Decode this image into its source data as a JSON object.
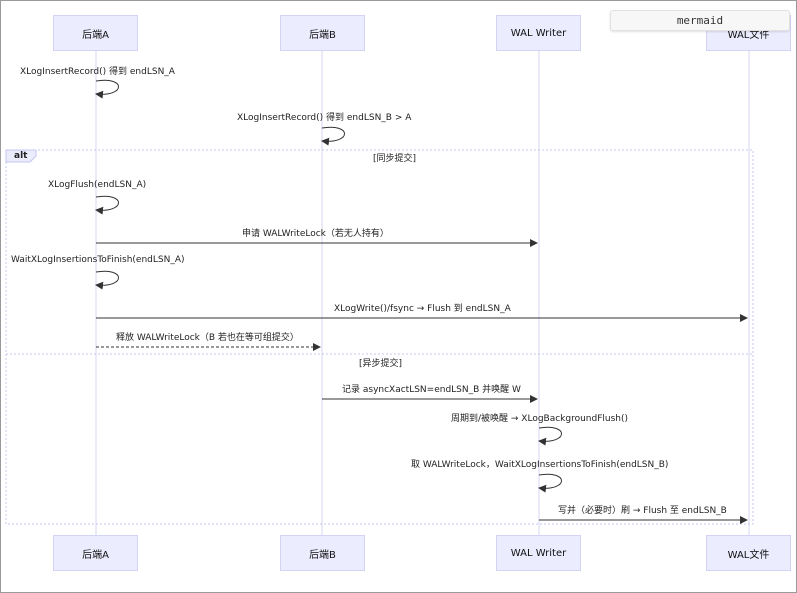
{
  "badge": "mermaid",
  "participants": [
    "后端A",
    "后端B",
    "WAL Writer",
    "WAL文件"
  ],
  "alt": {
    "keyword": "alt",
    "sync_label": "[同步提交]",
    "async_label": "[异步提交]"
  },
  "messages": [
    "XLogInsertRecord() 得到 endLSN_A",
    "XLogInsertRecord() 得到 endLSN_B > A",
    "XLogFlush(endLSN_A)",
    "申请 WALWriteLock（若无人持有）",
    "WaitXLogInsertionsToFinish(endLSN_A)",
    "XLogWrite()/fsync → Flush 到 endLSN_A",
    "释放 WALWriteLock（B 若也在等可组提交）",
    "记录 asyncXactLSN=endLSN_B 并唤醒 W",
    "周期到/被唤醒 → XLogBackgroundFlush()",
    "取 WALWriteLock，WaitXLogInsertionsToFinish(endLSN_B)",
    "写并（必要时）刷 → Flush 至 endLSN_B"
  ],
  "colors": {
    "actor_fill": "#ececff",
    "actor_border": "#d3d3f6",
    "lifeline": "#d6d6f0",
    "arrow": "#333333",
    "alt_border": "#c5c5f0",
    "alt_tab": "#ececff"
  }
}
